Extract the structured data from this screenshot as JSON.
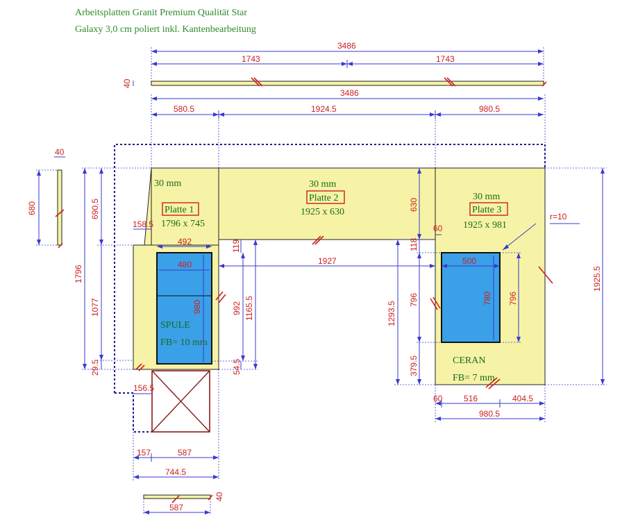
{
  "title": {
    "line1": "Arbeitsplatten Granit Premium Qualität Star",
    "line2": "Galaxy 3,0 cm poliert inkl. Kantenbearbeitung"
  },
  "plates": [
    {
      "name": "Platte 1",
      "thickness": "30 mm",
      "size": "1796 x 745"
    },
    {
      "name": "Platte 2",
      "thickness": "30 mm",
      "size": "1925 x 630"
    },
    {
      "name": "Platte 3",
      "thickness": "30 mm",
      "size": "1925 x 981"
    }
  ],
  "labels": {
    "sink": "SPULE",
    "sink_fb": "FB= 10 mm",
    "cooktop": "CERAN",
    "cooktop_fb": "FB= 7 mm",
    "radius": "r=10"
  },
  "dims": {
    "top_total": "3486",
    "top_half_left": "1743",
    "top_half_right": "1743",
    "strip_thickness": "40",
    "total": "3486",
    "seg_left": "580.5",
    "seg_mid": "1924.5",
    "seg_right": "980.5",
    "side_strip_w": "40",
    "side_strip_h": "680",
    "d_690_5": "690.5",
    "d_1796": "1796",
    "d_158_5": "158.5",
    "d_1077": "1077",
    "d_29_5": "29.5",
    "d_156_5": "156.5",
    "d_492": "492",
    "d_480": "480",
    "d_980": "980",
    "d_119": "119",
    "d_992": "992",
    "d_1165_5": "1165.5",
    "d_54_5": "54.5",
    "d_1927": "1927",
    "d_630": "630",
    "d_118": "118",
    "d_1293_5": "1293.5",
    "d_796_left": "796",
    "d_379_5": "379.5",
    "d_60_top": "60",
    "d_500": "500",
    "d_780": "780",
    "d_796_right": "796",
    "d_1925_5": "1925.5",
    "d_60_bottom": "60",
    "d_516": "516",
    "d_404_5": "404.5",
    "d_980_5_bottom": "980.5",
    "d_157": "157",
    "d_587": "587",
    "d_744_5": "744.5",
    "bottom_strip_w": "587",
    "bottom_strip_t": "40"
  }
}
